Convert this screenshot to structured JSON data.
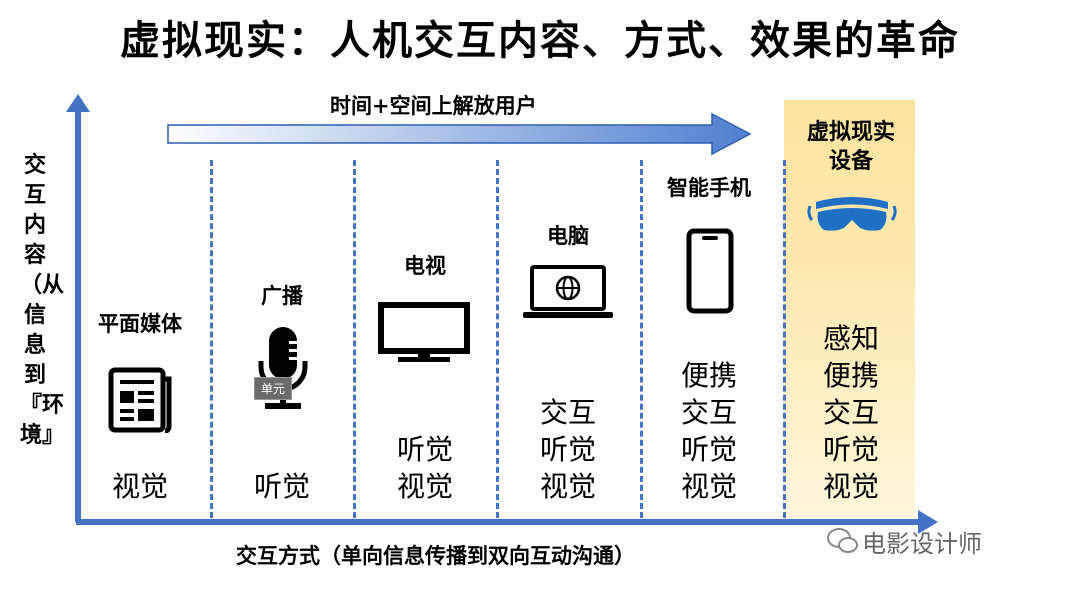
{
  "title": "虚拟现实：人机交互内容、方式、效果的革命",
  "y_axis_label": "交互内容（从信息到『环境』",
  "x_axis_label": "交互方式（单向信息传播到双向互动沟通）",
  "arrow_label": "时间+空间上解放用户",
  "tooltip": "单元",
  "watermark": "电影设计师",
  "colors": {
    "axis": "#4472c4",
    "highlight": "#fde9b0",
    "icon_vr": "#1f6fc5"
  },
  "stages": [
    {
      "name": "平面媒体",
      "icon": "newspaper-icon",
      "effects": [
        "视觉"
      ]
    },
    {
      "name": "广播",
      "icon": "microphone-icon",
      "effects": [
        "听觉"
      ]
    },
    {
      "name": "电视",
      "icon": "tv-icon",
      "effects": [
        "听觉",
        "视觉"
      ]
    },
    {
      "name": "电脑",
      "icon": "laptop-icon",
      "effects": [
        "交互",
        "听觉",
        "视觉"
      ]
    },
    {
      "name": "智能手机",
      "icon": "smartphone-icon",
      "effects": [
        "便携",
        "交互",
        "听觉",
        "视觉"
      ]
    },
    {
      "name": "虚拟现实\n设备",
      "icon": "vr-headset-icon",
      "effects": [
        "感知",
        "便携",
        "交互",
        "听觉",
        "视觉"
      ]
    }
  ]
}
